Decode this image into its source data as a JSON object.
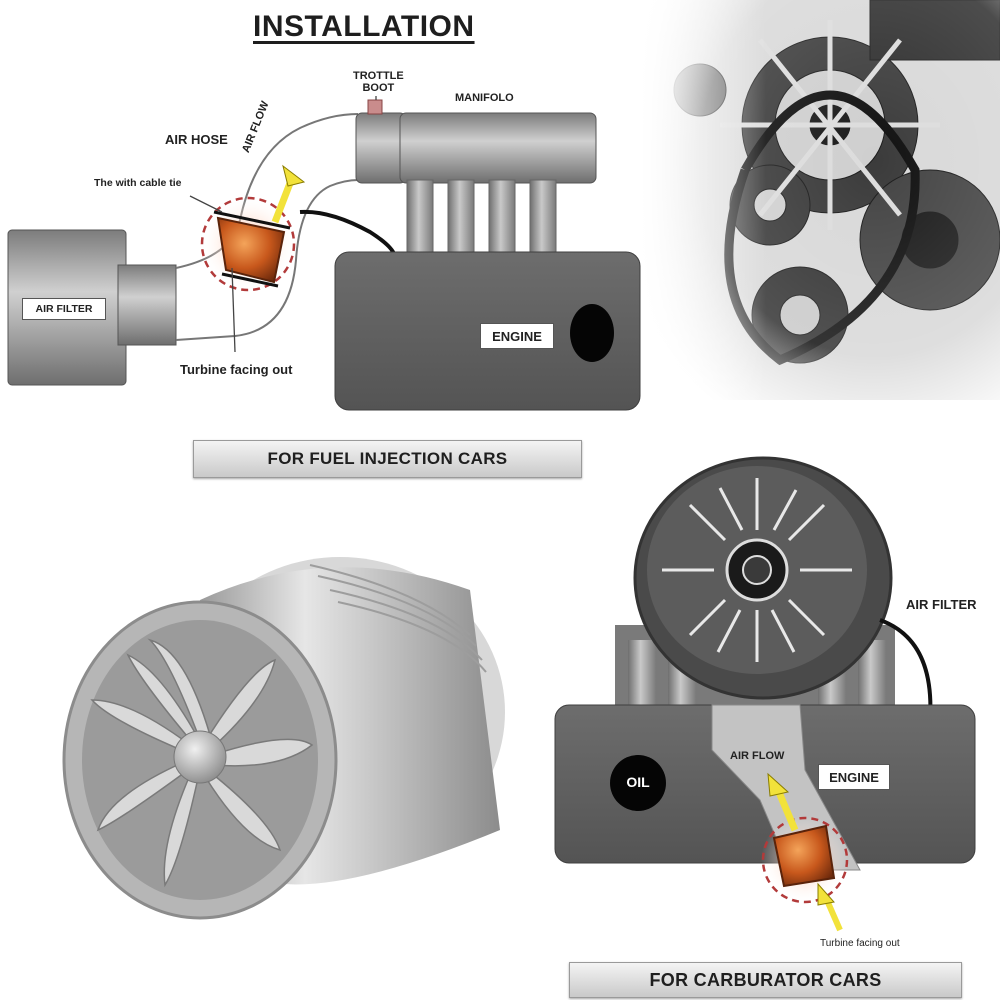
{
  "title": "INSTALLATION",
  "fuel_injection": {
    "banner": "FOR FUEL INJECTION CARS",
    "trottle_boot": [
      "TROTTLE",
      "BOOT"
    ],
    "manifold": "MANIFOLO",
    "air_hose": "AIR HOSE",
    "air_flow": "AIR FLOW",
    "cable_tie": "The with cable tie",
    "air_filter": "AIR FILTER",
    "engine": "ENGINE",
    "turbine_note": "Turbine facing out"
  },
  "carburator": {
    "banner": "FOR CARBURATOR CARS",
    "air_filter": "AIR FILTER",
    "air_flow": "AIR FLOW",
    "engine": "ENGINE",
    "oil": "OIL",
    "turbine_note": "Turbine facing out"
  },
  "colors": {
    "engine_gray": "#5f5f5f",
    "pipe_gray": "#8a8a8a",
    "arrow_yellow": "#f2e23a",
    "turbine_orange": "#c8581c",
    "dash_red": "#b23a3a"
  },
  "icons": [
    "air-flow-arrow-icon",
    "turbine-fan-icon",
    "engine-belt-photo"
  ]
}
